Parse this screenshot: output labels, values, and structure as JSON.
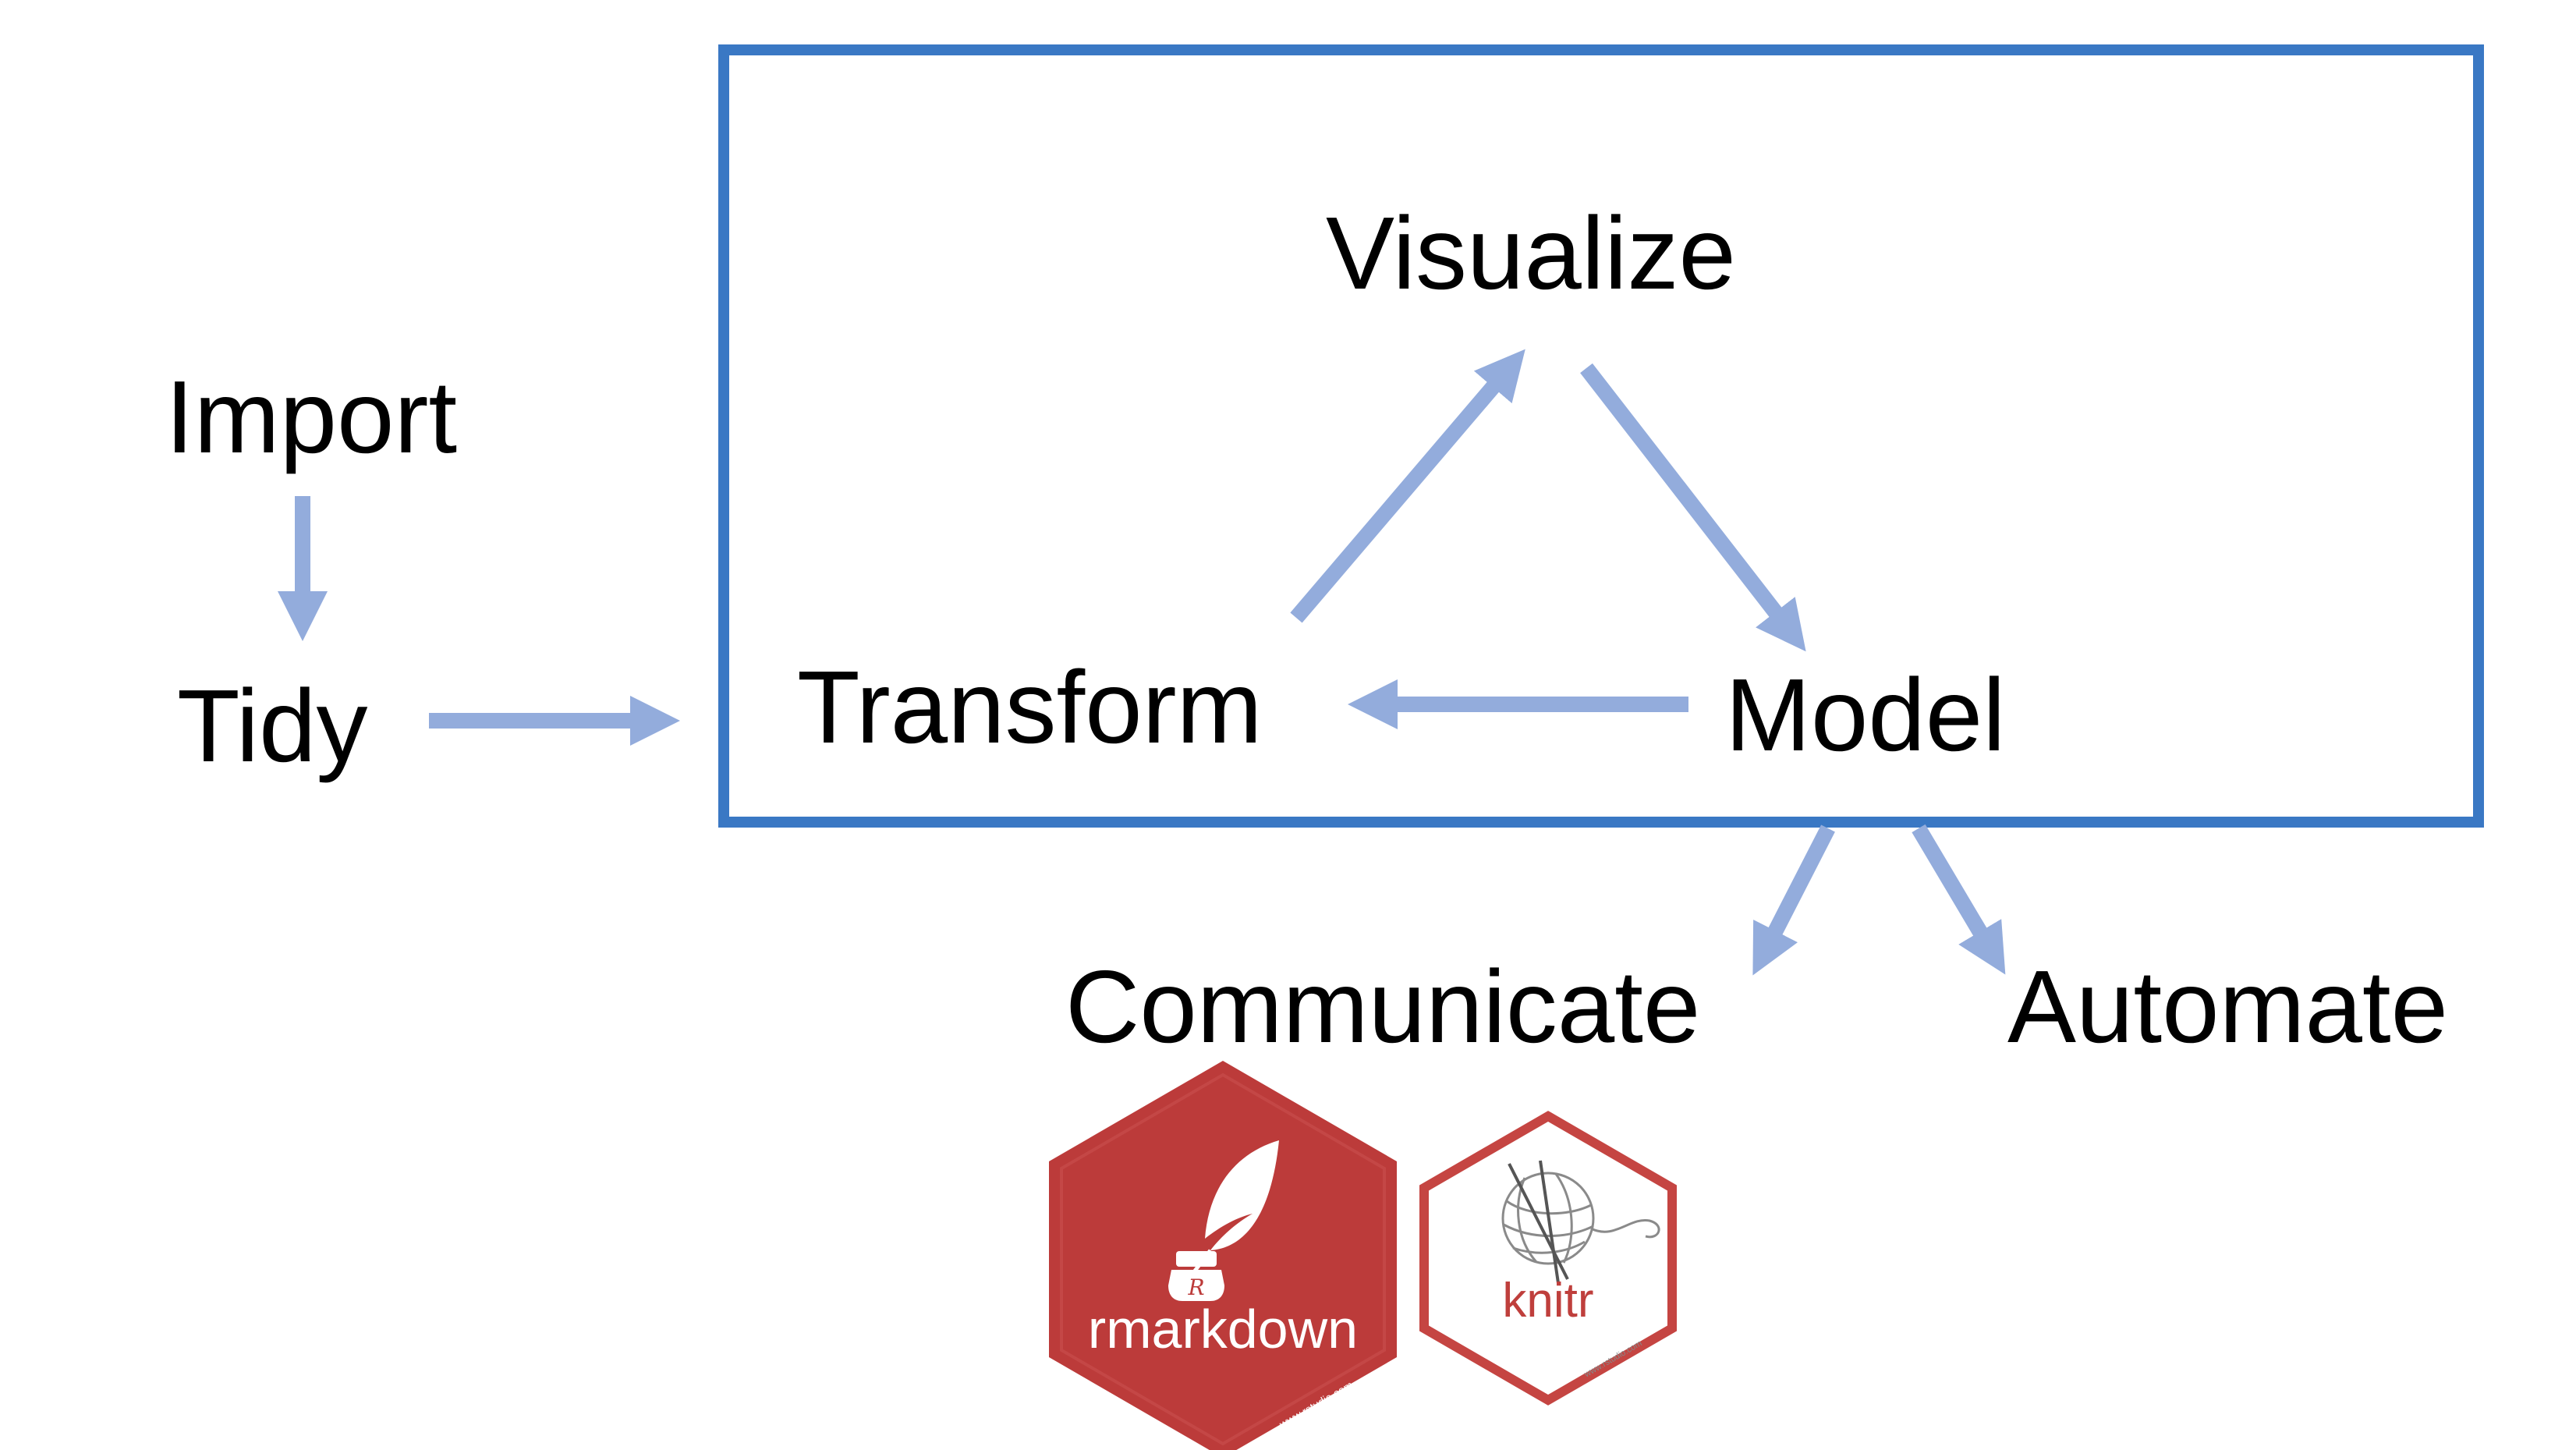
{
  "nodes": {
    "import": "Import",
    "tidy": "Tidy",
    "visualize": "Visualize",
    "transform": "Transform",
    "model": "Model",
    "communicate": "Communicate",
    "automate": "Automate"
  },
  "logos": {
    "rmarkdown": {
      "name": "rmarkdown",
      "url": "www.rstudio.com",
      "icon": "quill-inkwell-icon"
    },
    "knitr": {
      "name": "knitr",
      "url": "www.rstudio.com",
      "icon": "yarn-ball-icon"
    }
  },
  "colors": {
    "frame": "#3a78c4",
    "arrow": "#93acdc",
    "text": "#000000",
    "rmarkdown_fill": "#bc3b3a",
    "rmarkdown_edge": "#c9504e",
    "knitr_border": "#c54542",
    "knitr_text": "#bf3f3c"
  }
}
